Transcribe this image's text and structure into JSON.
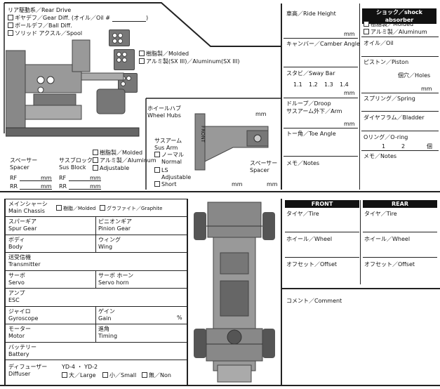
{
  "rear": {
    "drive_title": "リア駆動系／Rear Drive",
    "drive_opts": [
      "ギヤデフ／Gear Diff. (オイル／Oil #",
      "ボールデフ／Ball Diff.",
      "ソリッド アクスル／Spool"
    ],
    "mold_opts": [
      "樹脂製／Molded",
      "アルミ製(SX III)／Aluminum(SX III)"
    ],
    "hub_jp": "ホイールハブ",
    "hub_en": "Wheel Hubs",
    "front_label": "FRONT",
    "spacer_jp": "スペーサー",
    "spacer_en": "Spacer",
    "block_jp": "サスブロック",
    "block_en": "Sus Block",
    "block_opts": [
      "樹脂製／Molded",
      "アルミ製／Aluminum",
      "Adjustable"
    ],
    "arm_jp": "サスアーム",
    "arm_en": "Sus Arm",
    "arm_opts": [
      "ノーマル",
      "Normal",
      "LS",
      "Adjustable",
      "Short"
    ],
    "rf": "RF",
    "rr": "RR",
    "mm": "mm",
    "spacer2_jp": "スペーサー",
    "spacer2_en": "Spacer"
  },
  "setup": {
    "ride_height": "車高／Ride Height",
    "camber": "キャンバー／Camber Angle",
    "sway": "スタビ／Sway Bar",
    "sway_vals": [
      "1.1",
      "1.2",
      "1.3",
      "1.4"
    ],
    "droop_jp": "ドループ／Droop",
    "droop_sub": "サスアーム外下／Arm",
    "toe": "トー角／Toe Angle",
    "memo": "メモ／Notes",
    "mm": "mm"
  },
  "shock": {
    "title": "ショック／shock absorber",
    "opts": [
      "樹脂製／Molded",
      "アルミ製／Aluminum"
    ],
    "oil": "オイル／Oil",
    "piston": "ピストン／Piston",
    "holes": "個穴／Holes",
    "spring": "スプリング／Spring",
    "bladder": "ダイヤフラム／Bladder",
    "oring": "Oリング／O-ring",
    "oring_vals": [
      "1",
      "2",
      "個"
    ],
    "notes": "メモ／Notes",
    "mm": "mm"
  },
  "chassis": {
    "main_jp": "メインシャーシ",
    "main_en": "Main Chassis",
    "main_opts": [
      "樹脂／Molded",
      "グラファイト／Graphite"
    ],
    "rows": [
      {
        "l_jp": "スパーギア",
        "l_en": "Spur Gear",
        "r_jp": "ピニオンギア",
        "r_en": "Pinion Gear"
      },
      {
        "l_jp": "ボディ",
        "l_en": "Body",
        "r_jp": "ウィング",
        "r_en": "Wing"
      },
      {
        "l_jp": "送受信機",
        "l_en": "Transmitter",
        "r_jp": "",
        "r_en": ""
      },
      {
        "l_jp": "サーボ",
        "l_en": "Servo",
        "r_jp": "サーボ ホーン",
        "r_en": "Servo horn"
      },
      {
        "l_jp": "アンプ",
        "l_en": "ESC",
        "r_jp": "",
        "r_en": ""
      },
      {
        "l_jp": "ジャイロ",
        "l_en": "Gyroscope",
        "r_jp": "ゲイン",
        "r_en": "Gain"
      },
      {
        "l_jp": "モーター",
        "l_en": "Motor",
        "r_jp": "進角",
        "r_en": "Timing"
      },
      {
        "l_jp": "バッテリー",
        "l_en": "Battery",
        "r_jp": "",
        "r_en": ""
      }
    ],
    "gain_unit": "%",
    "diffuser_jp": "ディフューザー",
    "diffuser_en": "Diffuser",
    "diffuser_models": "YD-4 ・ YD-2",
    "diffuser_opts": [
      "大／Large",
      "小／Small",
      "無／Non"
    ]
  },
  "wheels": {
    "front_title": "FRONT",
    "rear_title": "REAR",
    "tire": "タイヤ／Tire",
    "wheel": "ホイール／Wheel",
    "offset": "オフセット／Offset"
  },
  "comment": "コメント／Comment"
}
